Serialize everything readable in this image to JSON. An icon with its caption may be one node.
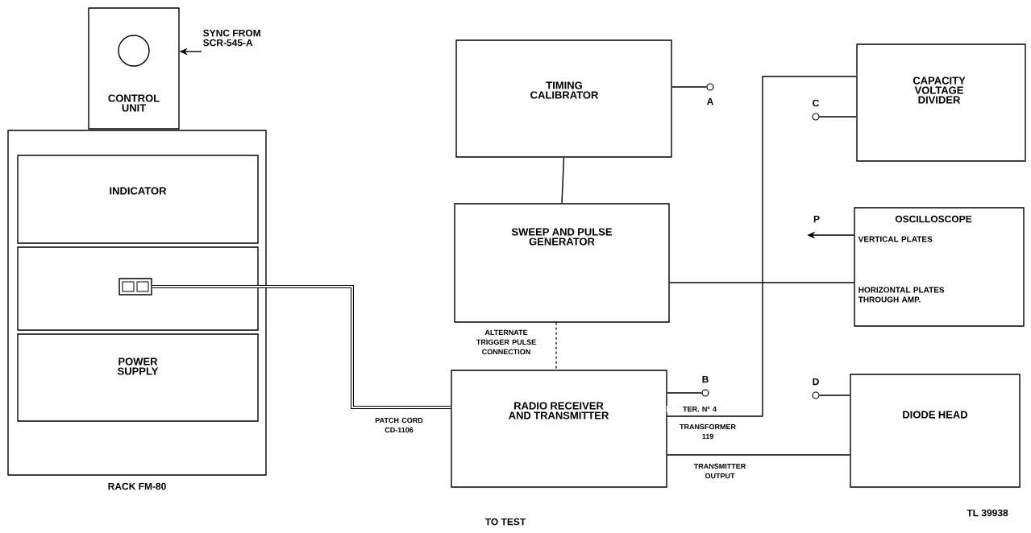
{
  "diagram": {
    "nodes": [
      {
        "text": [
          "CONTROL UNIT"
        ]
      },
      {
        "text": [
          "SYNC FROM SCR-545-A"
        ]
      },
      {
        "text": [],
        "shape": "box",
        "beside": [
          "RACK FM-80"
        ]
      },
      {
        "text": [
          "INDICATOR"
        ],
        "in": 2
      },
      {
        "text": [],
        "shape": "box",
        "in": 2
      },
      {
        "text": [],
        "shape": "box",
        "in": 4
      },
      {
        "text": [
          "POWER SUPPLY"
        ],
        "in": 2
      },
      {
        "text": [
          "TIMING CALIBRATOR"
        ]
      },
      {
        "text": [],
        "shape": "circle",
        "beside": [
          "A"
        ]
      },
      {
        "text": [
          "SWEEP AND PULSE GENERATOR"
        ]
      },
      {
        "text": [
          "RADIO RECEIVER AND TRANSMITTER"
        ]
      },
      {
        "text": [],
        "shape": "circle",
        "beside": [
          "B"
        ]
      },
      {
        "text": [
          "CAPACITY VOLTAGE DIVIDER"
        ]
      },
      {
        "text": [],
        "shape": "circle",
        "beside": [
          "C"
        ]
      },
      {
        "text": [
          "OSCILLOSCOPE",
          "VERTICAL PLATES",
          "HORIZONTAL PLATES THROUGH AMP."
        ]
      },
      {
        "text": [
          "P"
        ]
      },
      {
        "text": [
          "DIODE HEAD"
        ]
      },
      {
        "text": [],
        "shape": "circle",
        "beside": [
          "D"
        ]
      }
    ],
    "edges": [
      {
        "from": 1,
        "to": 0,
        "arrow": "to"
      },
      {
        "from": 7,
        "to": 8,
        "arrow": "none"
      },
      {
        "from": 7,
        "to": 9,
        "arrow": "none"
      },
      {
        "from": 9,
        "to": 10,
        "arrow": "none",
        "style": "dashed",
        "label": "ALTERNATE TRIGGER PULSE CONNECTION"
      },
      {
        "from": 5,
        "to": 10,
        "arrow": "none",
        "style": "thick",
        "label": "PATCH CORD CD-1106"
      },
      {
        "from": 10,
        "to": 11,
        "arrow": "none"
      },
      {
        "from": 10,
        "to": 12,
        "arrow": "none",
        "label": "TER. Nº 4"
      },
      {
        "from": 10,
        "to": 16,
        "arrow": "none",
        "label": "TRANSMITTER OUTPUT"
      },
      {
        "from": 9,
        "to": 14,
        "arrow": "none"
      },
      {
        "from": 12,
        "to": 13,
        "arrow": "none"
      },
      {
        "from": 14,
        "to": 15,
        "arrow": "to"
      },
      {
        "from": 16,
        "to": 17,
        "arrow": "none"
      }
    ],
    "labels": [
      "TRANSFORMER 119",
      "TO TEST",
      "TL 39938"
    ]
  }
}
